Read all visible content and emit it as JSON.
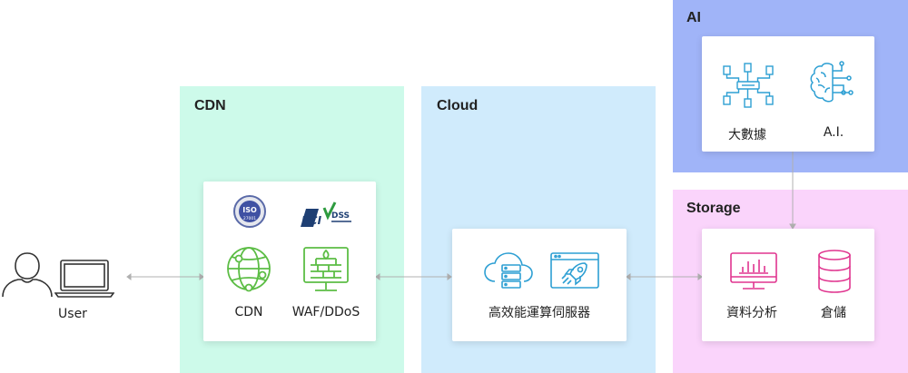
{
  "user": {
    "label": "User"
  },
  "cdn": {
    "title": "CDN",
    "iso_badge": {
      "top_text": "ISO",
      "bottom_text": "27001"
    },
    "pci_badge": {
      "main_text": "PCI",
      "dss_text": "DSS"
    },
    "items": [
      {
        "label": "CDN",
        "icon": "globe-icon"
      },
      {
        "label": "WAF/DDoS",
        "icon": "firewall-icon"
      }
    ]
  },
  "cloud": {
    "title": "Cloud",
    "label": "高效能運算伺服器",
    "icons": [
      "cloud-server-icon",
      "rocket-window-icon"
    ]
  },
  "ai": {
    "title": "AI",
    "items": [
      {
        "label": "大數據",
        "icon": "big-data-icon"
      },
      {
        "label": "A.I.",
        "icon": "ai-brain-icon"
      }
    ]
  },
  "storage": {
    "title": "Storage",
    "items": [
      {
        "label": "資料分析",
        "icon": "analytics-monitor-icon"
      },
      {
        "label": "倉儲",
        "icon": "database-icon"
      }
    ]
  },
  "colors": {
    "cdn_bg": "#cdfaea",
    "cloud_bg": "#d0ebfc",
    "ai_bg": "#a0b4f8",
    "storage_bg": "#fad4fb",
    "green_icon": "#5cbd45",
    "blue_icon": "#2d9fd3",
    "pink_icon": "#e0358f",
    "connector": "#b0b0b0"
  }
}
